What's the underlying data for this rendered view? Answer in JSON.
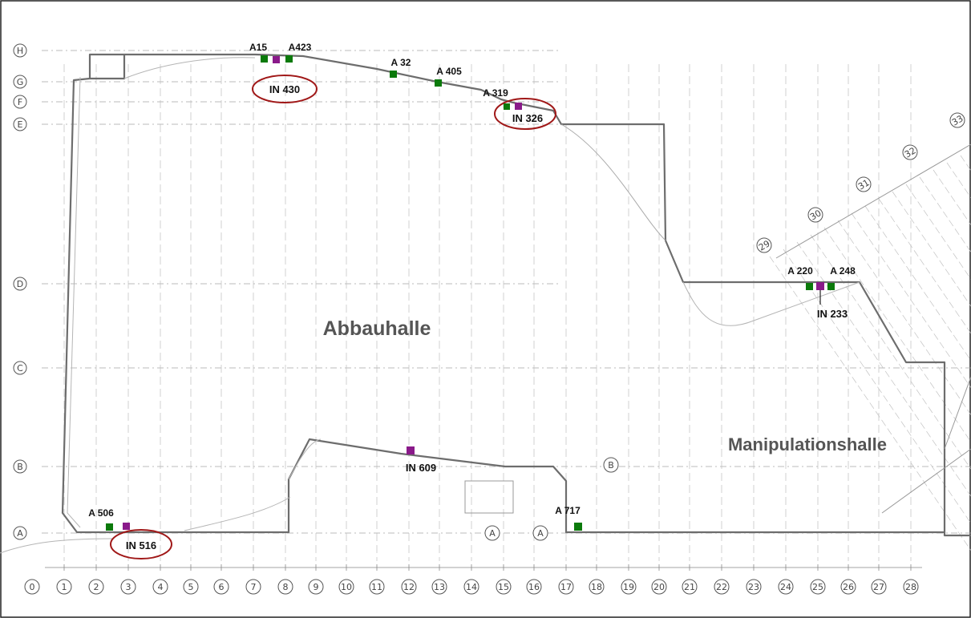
{
  "halls": {
    "abbau": "Abbauhalle",
    "manipulation": "Manipulationshalle"
  },
  "colors": {
    "outer_sensor": "#0b7a0b",
    "inner_sensor": "#8a1a8a",
    "highlight_ring": "#a01818",
    "wall": "#6d6d6d",
    "grid": "#9a9a9a"
  },
  "row_axes": [
    "H",
    "G",
    "F",
    "E",
    "D",
    "C",
    "B",
    "A"
  ],
  "column_axes": [
    "0",
    "1",
    "2",
    "3",
    "4",
    "5",
    "6",
    "7",
    "8",
    "9",
    "10",
    "11",
    "12",
    "13",
    "14",
    "15",
    "16",
    "17",
    "18",
    "19",
    "20",
    "21",
    "22",
    "23",
    "24",
    "25",
    "26",
    "27",
    "28"
  ],
  "diagonal_axes": [
    "29",
    "30",
    "31",
    "32",
    "33"
  ],
  "inner_extra_axes": {
    "b_right": "B",
    "a_left": "A",
    "a_right": "A"
  },
  "sensors": {
    "outer": [
      "A15",
      "A423",
      "A 32",
      "A 405",
      "A 319",
      "A 220",
      "A 248",
      "A 506",
      "A 717"
    ],
    "inner": [
      "IN 430",
      "IN 326",
      "IN 233",
      "IN 609",
      "IN 516"
    ],
    "highlighted": [
      "IN 430",
      "IN 326",
      "IN 516"
    ]
  }
}
